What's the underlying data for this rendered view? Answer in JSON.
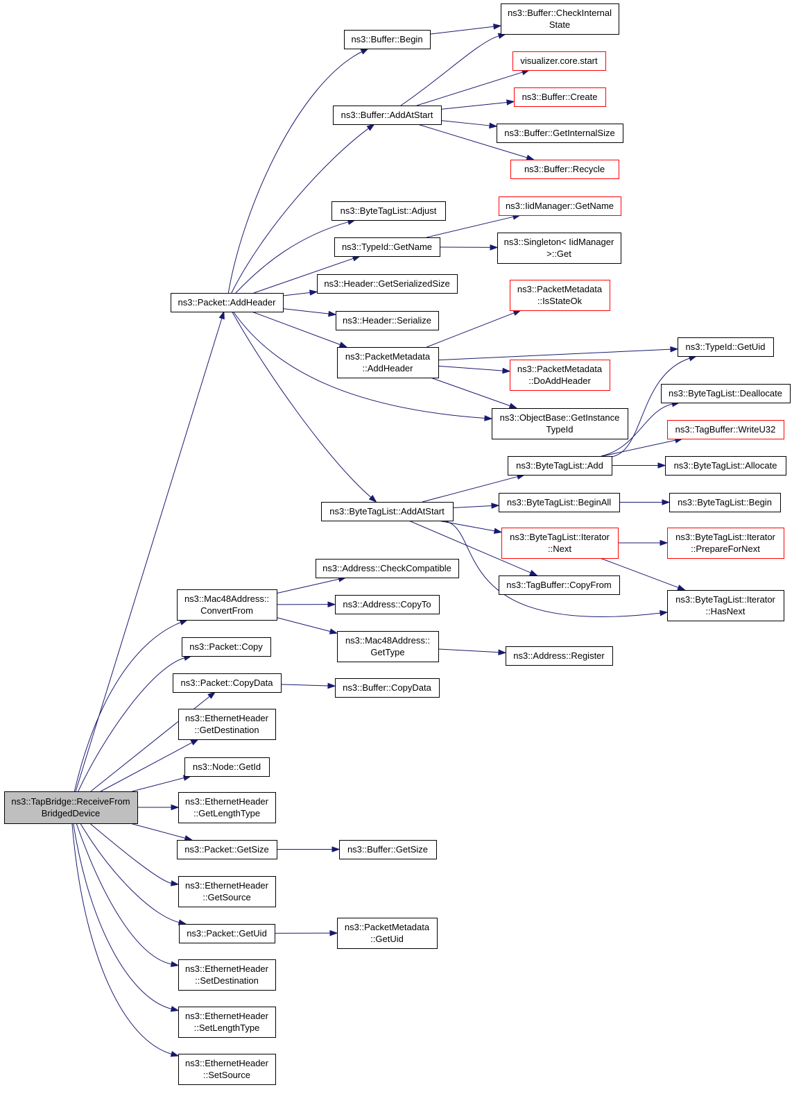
{
  "nodes": [
    {
      "id": "root",
      "lines": [
        "ns3::TapBridge::ReceiveFrom",
        "BridgedDevice"
      ],
      "style": "root"
    },
    {
      "id": "pkt_addheader",
      "lines": [
        "ns3::Packet::AddHeader"
      ],
      "style": "normal"
    },
    {
      "id": "buf_begin",
      "lines": [
        "ns3::Buffer::Begin"
      ],
      "style": "normal"
    },
    {
      "id": "buf_checkinternal",
      "lines": [
        "ns3::Buffer::CheckInternal",
        "State"
      ],
      "style": "normal"
    },
    {
      "id": "vis_start",
      "lines": [
        "visualizer.core.start"
      ],
      "style": "red"
    },
    {
      "id": "buf_addatstart",
      "lines": [
        "ns3::Buffer::AddAtStart"
      ],
      "style": "normal"
    },
    {
      "id": "buf_create",
      "lines": [
        "ns3::Buffer::Create"
      ],
      "style": "red"
    },
    {
      "id": "buf_getinternalsize",
      "lines": [
        "ns3::Buffer::GetInternalSize"
      ],
      "style": "normal"
    },
    {
      "id": "buf_recycle",
      "lines": [
        "ns3::Buffer::Recycle"
      ],
      "style": "red"
    },
    {
      "id": "btl_adjust",
      "lines": [
        "ns3::ByteTagList::Adjust"
      ],
      "style": "normal"
    },
    {
      "id": "iid_getname",
      "lines": [
        "ns3::IidManager::GetName"
      ],
      "style": "red"
    },
    {
      "id": "typeid_getname",
      "lines": [
        "ns3::TypeId::GetName"
      ],
      "style": "normal"
    },
    {
      "id": "singleton_get",
      "lines": [
        "ns3::Singleton< IidManager",
        ">::Get"
      ],
      "style": "normal"
    },
    {
      "id": "hdr_getser",
      "lines": [
        "ns3::Header::GetSerializedSize"
      ],
      "style": "normal"
    },
    {
      "id": "pm_isstateok",
      "lines": [
        "ns3::PacketMetadata",
        "::IsStateOk"
      ],
      "style": "red"
    },
    {
      "id": "hdr_serialize",
      "lines": [
        "ns3::Header::Serialize"
      ],
      "style": "normal"
    },
    {
      "id": "typeid_getuid",
      "lines": [
        "ns3::TypeId::GetUid"
      ],
      "style": "normal"
    },
    {
      "id": "pm_addheader",
      "lines": [
        "ns3::PacketMetadata",
        "::AddHeader"
      ],
      "style": "normal"
    },
    {
      "id": "pm_doaddheader",
      "lines": [
        "ns3::PacketMetadata",
        "::DoAddHeader"
      ],
      "style": "red"
    },
    {
      "id": "btl_dealloc",
      "lines": [
        "ns3::ByteTagList::Deallocate"
      ],
      "style": "normal"
    },
    {
      "id": "ob_getinst",
      "lines": [
        "ns3::ObjectBase::GetInstance",
        "TypeId"
      ],
      "style": "normal"
    },
    {
      "id": "tb_writeu32",
      "lines": [
        "ns3::TagBuffer::WriteU32"
      ],
      "style": "red"
    },
    {
      "id": "btl_add",
      "lines": [
        "ns3::ByteTagList::Add"
      ],
      "style": "normal"
    },
    {
      "id": "btl_allocate",
      "lines": [
        "ns3::ByteTagList::Allocate"
      ],
      "style": "normal"
    },
    {
      "id": "btl_addatstart",
      "lines": [
        "ns3::ByteTagList::AddAtStart"
      ],
      "style": "normal"
    },
    {
      "id": "btl_beginall",
      "lines": [
        "ns3::ByteTagList::BeginAll"
      ],
      "style": "normal"
    },
    {
      "id": "btl_begin",
      "lines": [
        "ns3::ByteTagList::Begin"
      ],
      "style": "normal"
    },
    {
      "id": "btli_next",
      "lines": [
        "ns3::ByteTagList::Iterator",
        "::Next"
      ],
      "style": "red"
    },
    {
      "id": "btli_prep",
      "lines": [
        "ns3::ByteTagList::Iterator",
        "::PrepareForNext"
      ],
      "style": "red"
    },
    {
      "id": "addr_checkcompat",
      "lines": [
        "ns3::Address::CheckCompatible"
      ],
      "style": "normal"
    },
    {
      "id": "tb_copyfrom",
      "lines": [
        "ns3::TagBuffer::CopyFrom"
      ],
      "style": "normal"
    },
    {
      "id": "mac_convertfrom",
      "lines": [
        "ns3::Mac48Address::",
        "ConvertFrom"
      ],
      "style": "normal"
    },
    {
      "id": "btli_hasnext",
      "lines": [
        "ns3::ByteTagList::Iterator",
        "::HasNext"
      ],
      "style": "normal"
    },
    {
      "id": "addr_copyto",
      "lines": [
        "ns3::Address::CopyTo"
      ],
      "style": "normal"
    },
    {
      "id": "pkt_copy",
      "lines": [
        "ns3::Packet::Copy"
      ],
      "style": "normal"
    },
    {
      "id": "mac_gettype",
      "lines": [
        "ns3::Mac48Address::",
        "GetType"
      ],
      "style": "normal"
    },
    {
      "id": "addr_register",
      "lines": [
        "ns3::Address::Register"
      ],
      "style": "normal"
    },
    {
      "id": "pkt_copydata",
      "lines": [
        "ns3::Packet::CopyData"
      ],
      "style": "normal"
    },
    {
      "id": "buf_copydata",
      "lines": [
        "ns3::Buffer::CopyData"
      ],
      "style": "normal"
    },
    {
      "id": "eth_getdest",
      "lines": [
        "ns3::EthernetHeader",
        "::GetDestination"
      ],
      "style": "normal"
    },
    {
      "id": "node_getid",
      "lines": [
        "ns3::Node::GetId"
      ],
      "style": "normal"
    },
    {
      "id": "eth_getlentype",
      "lines": [
        "ns3::EthernetHeader",
        "::GetLengthType"
      ],
      "style": "normal"
    },
    {
      "id": "pkt_getsize",
      "lines": [
        "ns3::Packet::GetSize"
      ],
      "style": "normal"
    },
    {
      "id": "buf_getsize",
      "lines": [
        "ns3::Buffer::GetSize"
      ],
      "style": "normal"
    },
    {
      "id": "eth_getsource",
      "lines": [
        "ns3::EthernetHeader",
        "::GetSource"
      ],
      "style": "normal"
    },
    {
      "id": "pkt_getuid",
      "lines": [
        "ns3::Packet::GetUid"
      ],
      "style": "normal"
    },
    {
      "id": "pm_getuid",
      "lines": [
        "ns3::PacketMetadata",
        "::GetUid"
      ],
      "style": "normal"
    },
    {
      "id": "eth_setdest",
      "lines": [
        "ns3::EthernetHeader",
        "::SetDestination"
      ],
      "style": "normal"
    },
    {
      "id": "eth_setlentype",
      "lines": [
        "ns3::EthernetHeader",
        "::SetLengthType"
      ],
      "style": "normal"
    },
    {
      "id": "eth_setsource",
      "lines": [
        "ns3::EthernetHeader",
        "::SetSource"
      ],
      "style": "normal"
    }
  ],
  "edges": [
    [
      "root",
      "pkt_addheader"
    ],
    [
      "root",
      "mac_convertfrom"
    ],
    [
      "root",
      "pkt_copy"
    ],
    [
      "root",
      "pkt_copydata"
    ],
    [
      "root",
      "eth_getdest"
    ],
    [
      "root",
      "node_getid"
    ],
    [
      "root",
      "eth_getlentype"
    ],
    [
      "root",
      "pkt_getsize"
    ],
    [
      "root",
      "eth_getsource"
    ],
    [
      "root",
      "pkt_getuid"
    ],
    [
      "root",
      "eth_setdest"
    ],
    [
      "root",
      "eth_setlentype"
    ],
    [
      "root",
      "eth_setsource"
    ],
    [
      "pkt_addheader",
      "buf_begin"
    ],
    [
      "pkt_addheader",
      "buf_addatstart"
    ],
    [
      "pkt_addheader",
      "btl_adjust"
    ],
    [
      "pkt_addheader",
      "typeid_getname"
    ],
    [
      "pkt_addheader",
      "hdr_getser"
    ],
    [
      "pkt_addheader",
      "hdr_serialize"
    ],
    [
      "pkt_addheader",
      "pm_addheader"
    ],
    [
      "pkt_addheader",
      "ob_getinst"
    ],
    [
      "pkt_addheader",
      "btl_addatstart"
    ],
    [
      "buf_begin",
      "buf_checkinternal"
    ],
    [
      "buf_addatstart",
      "buf_checkinternal"
    ],
    [
      "buf_addatstart",
      "vis_start"
    ],
    [
      "buf_addatstart",
      "buf_create"
    ],
    [
      "buf_addatstart",
      "buf_getinternalsize"
    ],
    [
      "buf_addatstart",
      "buf_recycle"
    ],
    [
      "typeid_getname",
      "iid_getname"
    ],
    [
      "typeid_getname",
      "singleton_get"
    ],
    [
      "pm_addheader",
      "pm_isstateok"
    ],
    [
      "pm_addheader",
      "typeid_getuid"
    ],
    [
      "pm_addheader",
      "pm_doaddheader"
    ],
    [
      "pm_addheader",
      "ob_getinst"
    ],
    [
      "btl_addatstart",
      "btl_add"
    ],
    [
      "btl_addatstart",
      "btl_beginall"
    ],
    [
      "btl_addatstart",
      "btli_next"
    ],
    [
      "btl_addatstart",
      "tb_copyfrom"
    ],
    [
      "btl_addatstart",
      "btli_hasnext"
    ],
    [
      "btl_add",
      "typeid_getuid"
    ],
    [
      "btl_add",
      "btl_dealloc"
    ],
    [
      "btl_add",
      "tb_writeu32"
    ],
    [
      "btl_add",
      "btl_allocate"
    ],
    [
      "btl_beginall",
      "btl_begin"
    ],
    [
      "btli_next",
      "btli_prep"
    ],
    [
      "btli_next",
      "btli_hasnext"
    ],
    [
      "mac_convertfrom",
      "addr_checkcompat"
    ],
    [
      "mac_convertfrom",
      "addr_copyto"
    ],
    [
      "mac_convertfrom",
      "mac_gettype"
    ],
    [
      "mac_gettype",
      "addr_register"
    ],
    [
      "pkt_copydata",
      "buf_copydata"
    ],
    [
      "pkt_getsize",
      "buf_getsize"
    ],
    [
      "pkt_getuid",
      "pm_getuid"
    ]
  ],
  "colors": {
    "edge": "#191970",
    "red_border": "#ff0000",
    "root_fill": "#bfbfbf"
  }
}
